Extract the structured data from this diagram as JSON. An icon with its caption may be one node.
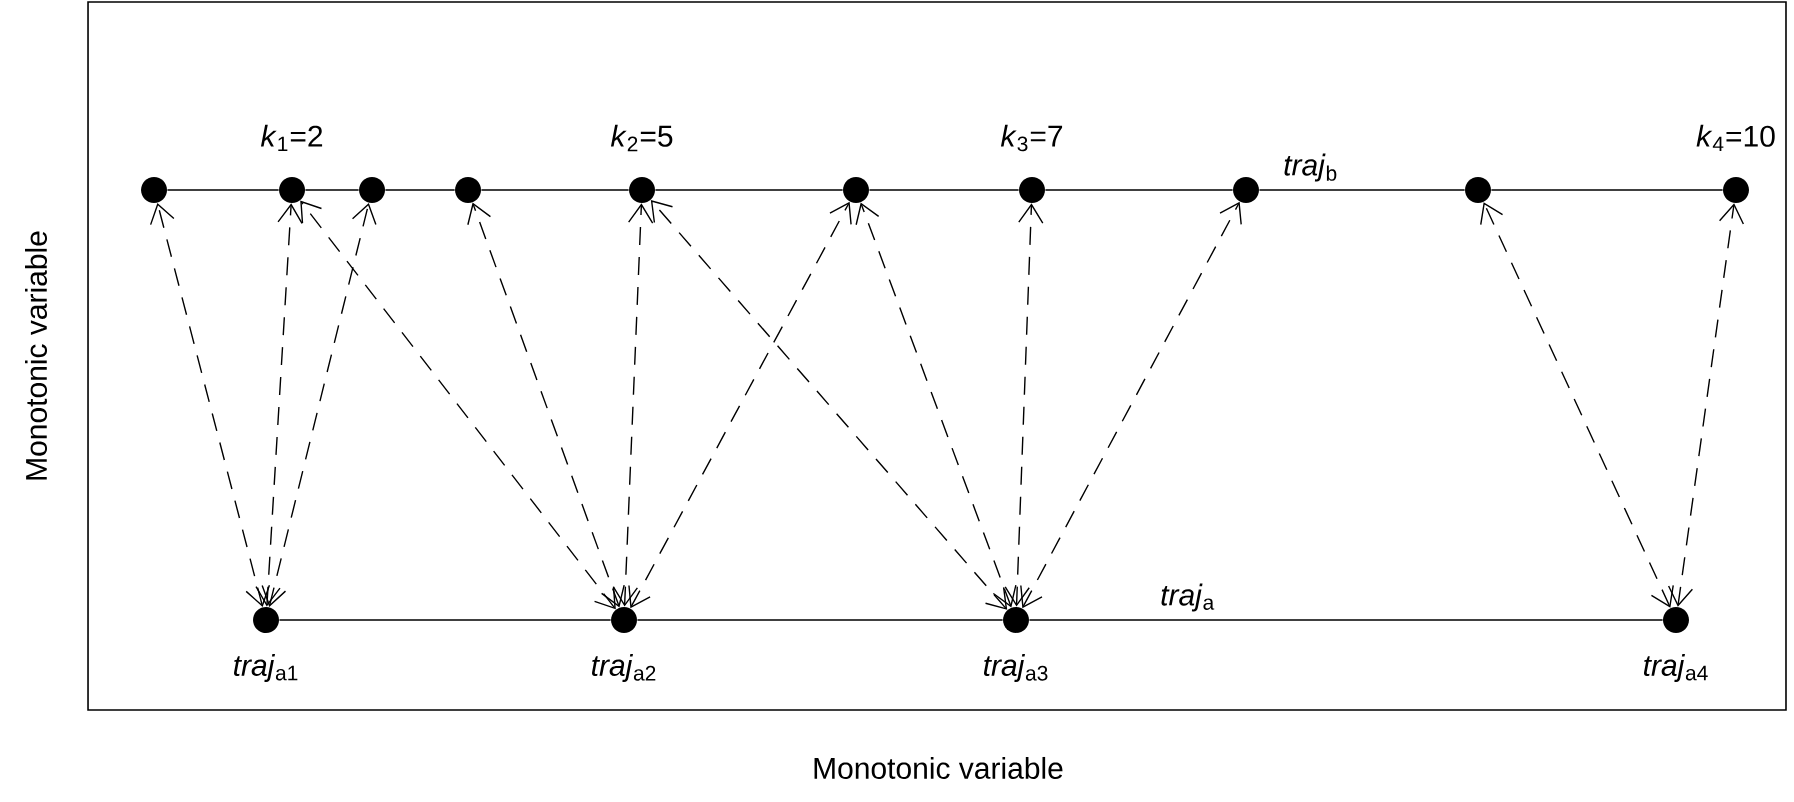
{
  "diagram": {
    "nodes": [
      {
        "text": [],
        "shape": "circle"
      },
      {
        "text": [],
        "shape": "circle",
        "beside": [
          "*k*$_{1}$=2"
        ]
      },
      {
        "text": [],
        "shape": "circle"
      },
      {
        "text": [],
        "shape": "circle"
      },
      {
        "text": [],
        "shape": "circle",
        "beside": [
          "*k*$_{2}$=5"
        ]
      },
      {
        "text": [],
        "shape": "circle"
      },
      {
        "text": [],
        "shape": "circle",
        "beside": [
          "*k*$_{3}$=7"
        ]
      },
      {
        "text": [],
        "shape": "circle"
      },
      {
        "text": [],
        "shape": "circle"
      },
      {
        "text": [],
        "shape": "circle",
        "beside": [
          "*k*$_{4}$=10"
        ]
      },
      {
        "text": [],
        "shape": "circle",
        "beside": [
          "*traj*$_{a1}$"
        ]
      },
      {
        "text": [],
        "shape": "circle",
        "beside": [
          "*traj*$_{a2}$"
        ]
      },
      {
        "text": [],
        "shape": "circle",
        "beside": [
          "*traj*$_{a3}$"
        ]
      },
      {
        "text": [],
        "shape": "circle",
        "beside": [
          "*traj*$_{a4}$"
        ]
      }
    ],
    "edges": [
      {
        "from": 0,
        "to": 1,
        "arrow": "none"
      },
      {
        "from": 1,
        "to": 2,
        "arrow": "none"
      },
      {
        "from": 2,
        "to": 3,
        "arrow": "none"
      },
      {
        "from": 3,
        "to": 4,
        "arrow": "none"
      },
      {
        "from": 4,
        "to": 5,
        "arrow": "none"
      },
      {
        "from": 5,
        "to": 6,
        "arrow": "none"
      },
      {
        "from": 6,
        "to": 7,
        "arrow": "none"
      },
      {
        "from": 7,
        "to": 8,
        "arrow": "none",
        "label": "*traj*$_{b}$"
      },
      {
        "from": 8,
        "to": 9,
        "arrow": "none"
      },
      {
        "from": 10,
        "to": 11,
        "arrow": "none"
      },
      {
        "from": 11,
        "to": 12,
        "arrow": "none"
      },
      {
        "from": 12,
        "to": 13,
        "arrow": "none",
        "label": "*traj*$_{a}$"
      },
      {
        "from": 10,
        "to": 0,
        "arrow": "both",
        "style": "dashed"
      },
      {
        "from": 10,
        "to": 1,
        "arrow": "both",
        "style": "dashed"
      },
      {
        "from": 10,
        "to": 2,
        "arrow": "both",
        "style": "dashed"
      },
      {
        "from": 11,
        "to": 1,
        "arrow": "both",
        "style": "dashed"
      },
      {
        "from": 11,
        "to": 3,
        "arrow": "both",
        "style": "dashed"
      },
      {
        "from": 11,
        "to": 4,
        "arrow": "both",
        "style": "dashed"
      },
      {
        "from": 11,
        "to": 5,
        "arrow": "both",
        "style": "dashed"
      },
      {
        "from": 12,
        "to": 4,
        "arrow": "both",
        "style": "dashed"
      },
      {
        "from": 12,
        "to": 5,
        "arrow": "both",
        "style": "dashed"
      },
      {
        "from": 12,
        "to": 6,
        "arrow": "both",
        "style": "dashed"
      },
      {
        "from": 12,
        "to": 7,
        "arrow": "both",
        "style": "dashed"
      },
      {
        "from": 13,
        "to": 8,
        "arrow": "both",
        "style": "dashed"
      },
      {
        "from": 13,
        "to": 9,
        "arrow": "both",
        "style": "dashed"
      }
    ],
    "labels": [
      "Monotonic variable",
      "Monotonic variable"
    ]
  }
}
